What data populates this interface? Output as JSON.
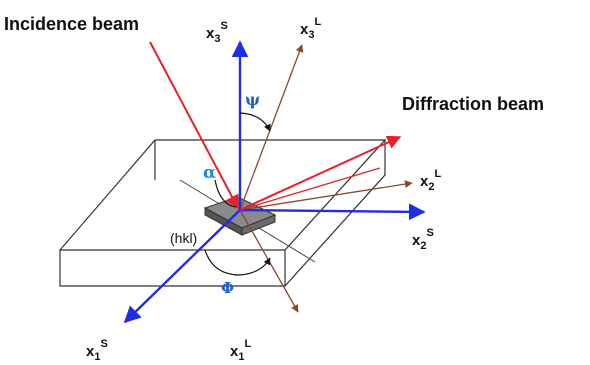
{
  "labels": {
    "incidence_beam": "Incidence beam",
    "diffraction_beam": "Diffraction beam",
    "hkl": "(hkl)",
    "psi": "ψ",
    "alpha": "α",
    "phi": "Φ",
    "x3s": {
      "base": "x",
      "sub": "3",
      "sup": "S"
    },
    "x3l": {
      "base": "x",
      "sub": "3",
      "sup": "L"
    },
    "x2l": {
      "base": "x",
      "sub": "2",
      "sup": "L"
    },
    "x2s": {
      "base": "x",
      "sub": "2",
      "sup": "S"
    },
    "x1s": {
      "base": "x",
      "sub": "1",
      "sup": "S"
    },
    "x1l": {
      "base": "x",
      "sub": "1",
      "sup": "L"
    }
  },
  "colors": {
    "sample_axes": "#1f2ee0",
    "lab_axes": "#8a4a2a",
    "beams": "#e8202a",
    "box": "#333333",
    "greek_blue": "#1b63c8",
    "greek_alpha": "#1a8ad0"
  }
}
